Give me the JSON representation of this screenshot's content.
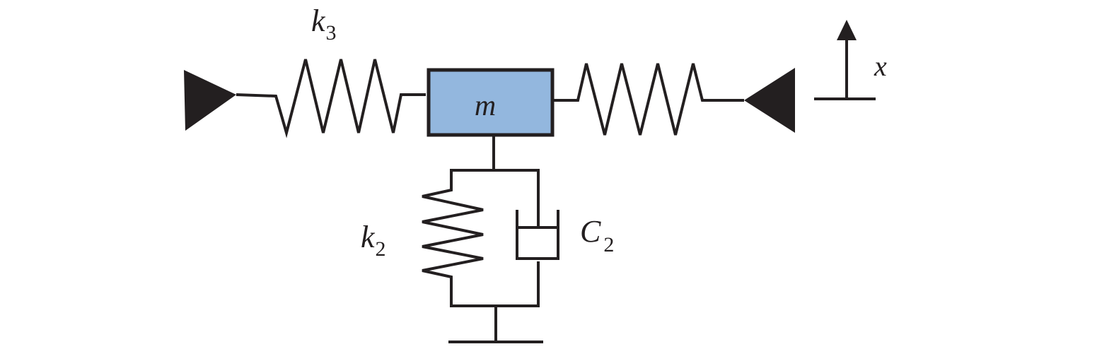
{
  "labels": {
    "mass": "m",
    "k3_main": "k",
    "k3_sub": "3",
    "k2_main": "k",
    "k2_sub": "2",
    "c2_main": "C",
    "c2_sub": "2",
    "coordinate": "x"
  },
  "colors": {
    "mass_fill": "#93b7de",
    "line": "#231f20"
  },
  "icons": {
    "left_support": "triangle-support-icon",
    "right_support": "triangle-support-icon",
    "ground": "ground-line-icon",
    "axis_arrow": "up-arrow-icon"
  }
}
